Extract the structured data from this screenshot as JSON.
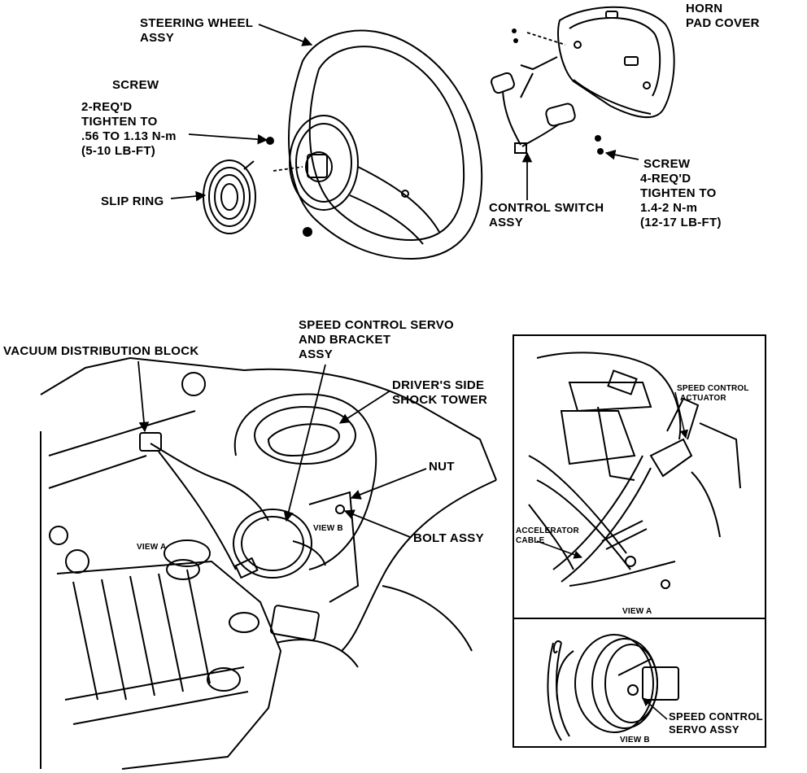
{
  "steering": {
    "steering_wheel": [
      "STEERING WHEEL",
      "ASSY"
    ],
    "horn_pad": [
      "HORN",
      "PAD COVER"
    ],
    "screw_left": [
      "SCREW"
    ],
    "screw_left_spec": [
      "2-REQ'D",
      "TIGHTEN TO",
      ".56 TO 1.13 N-m",
      "(5-10 LB-FT)"
    ],
    "slip_ring": [
      "SLIP RING"
    ],
    "control_switch": [
      "CONTROL SWITCH",
      "ASSY"
    ],
    "screw_right": [
      "SCREW",
      "4-REQ'D",
      "TIGHTEN TO",
      "1.4-2 N-m",
      "(12-17 LB-FT)"
    ]
  },
  "engine": {
    "servo_bracket": [
      "SPEED CONTROL SERVO",
      "AND BRACKET",
      "ASSY"
    ],
    "vacuum_block": [
      "VACUUM DISTRIBUTION BLOCK"
    ],
    "shock_tower": [
      "DRIVER'S SIDE",
      "SHOCK TOWER"
    ],
    "nut": [
      "NUT"
    ],
    "bolt": [
      "BOLT ASSY"
    ],
    "view_a_tag": [
      "VIEW A"
    ],
    "view_b_tag": [
      "VIEW B"
    ]
  },
  "view_a": {
    "actuator": [
      "SPEED CONTROL",
      "ACTUATOR"
    ],
    "cable": [
      "ACCELERATOR",
      "CABLE"
    ],
    "caption": [
      "VIEW A"
    ]
  },
  "view_b": {
    "servo": [
      "SPEED CONTROL",
      "SERVO ASSY"
    ],
    "caption": [
      "VIEW B"
    ]
  }
}
